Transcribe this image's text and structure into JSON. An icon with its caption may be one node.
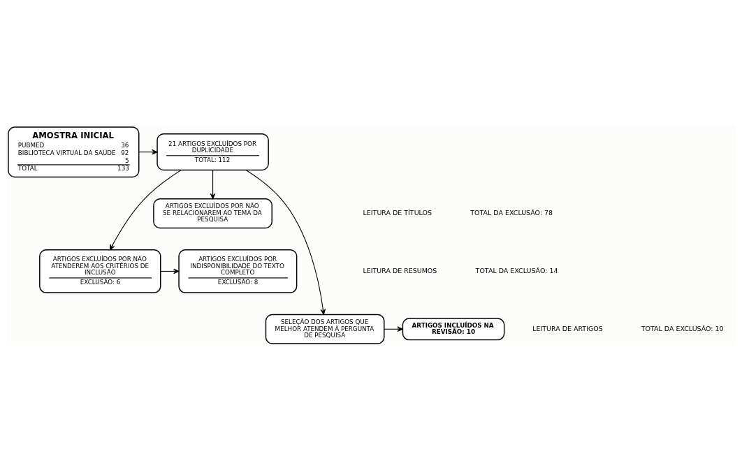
{
  "diagram": {
    "nodes": [
      {
        "text": [
          "AMOSTRA INICIAL",
          "PUBMED",
          "36",
          "BIBLIOTECA VIRTUAL DA SAÚDE",
          "92",
          "5",
          "TOTAL",
          "133"
        ]
      },
      {
        "text": [
          "21 ARTIGOS EXCLUÍDOS POR DUPLICIDADE",
          "TOTAL: 112"
        ]
      },
      {
        "text": [
          "ARTIGOS EXCLUÍDOS POR NÃO SE RELACIONAREM AO TEMA DA PESQUISA"
        ]
      },
      {
        "text": [
          "ARTIGOS EXCLUÍDOS POR INDISPONIBILIDADE DO TEXTO COMPLETO",
          "EXCLUSÃO: 8"
        ]
      },
      {
        "text": [
          "ARTIGOS EXCLUÍDOS POR NÃO ATENDEREM AOS CRITÉRIOS DE INCLUSÃO",
          "EXCLUSÃO: 6"
        ]
      },
      {
        "text": [
          "ARTIGOS INCLUÍDOS NA REVISÃO: 10"
        ]
      },
      {
        "text": [
          "SELEÇÃO DOS ARTIGOS QUE MELHOR ATENDEM À PERGUNTA DE PESQUISA"
        ]
      }
    ],
    "edges": [
      {
        "from": 0,
        "to": 1,
        "arrow": "to"
      },
      {
        "from": 1,
        "to": 2,
        "arrow": "to"
      },
      {
        "from": 1,
        "to": 4,
        "arrow": "to"
      },
      {
        "from": 1,
        "to": 6,
        "arrow": "to"
      },
      {
        "from": 4,
        "to": 3,
        "arrow": "to"
      },
      {
        "from": 6,
        "to": 5,
        "arrow": "to"
      }
    ],
    "labels": [
      "LEITURA DE TÍTULOS",
      "TOTAL DA EXCLUSÃO: 78",
      "LEITURA DE RESUMOS",
      "TOTAL DA EXCLUSÃO: 14",
      "LEITURA DE ARTIGOS",
      "TOTAL DA EXCLUSÃO: 10"
    ]
  }
}
